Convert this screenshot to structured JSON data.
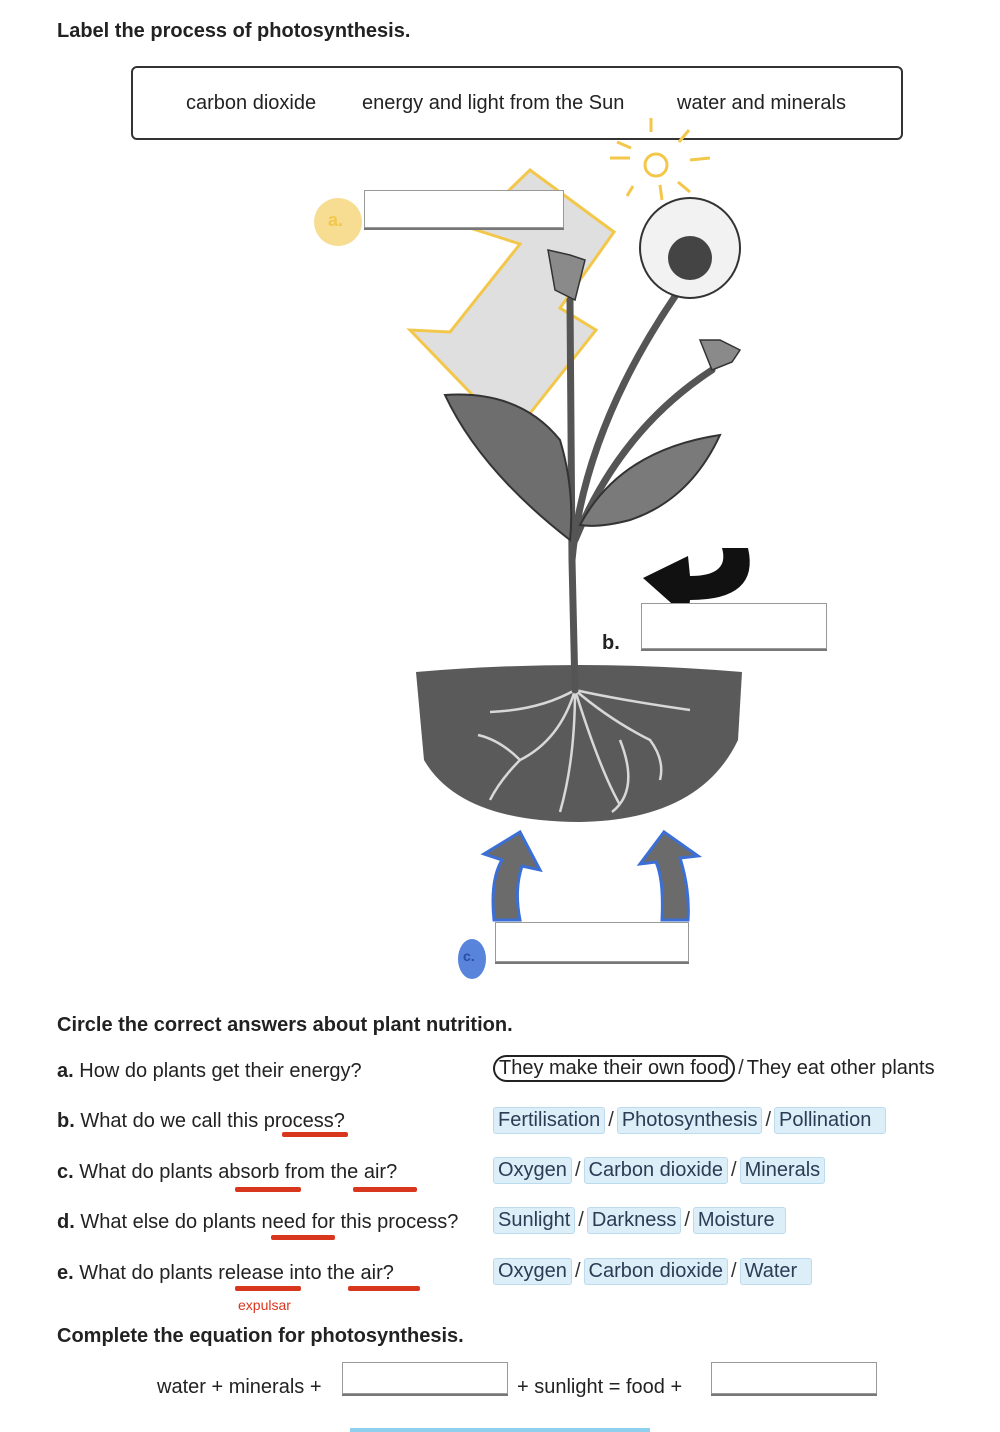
{
  "section1": {
    "title": "Label the process of photosynthesis.",
    "word_bank": [
      "carbon dioxide",
      "energy and light from the Sun",
      "water and minerals"
    ],
    "labels": {
      "a": "a.",
      "b": "b.",
      "c": "c."
    }
  },
  "section2": {
    "title": "Circle the correct answers about plant nutrition.",
    "questions": [
      {
        "letter": "a.",
        "text": "How do plants get their energy?",
        "options": [
          "They make their own food",
          "They eat other plants"
        ],
        "circled": "They make their own food"
      },
      {
        "letter": "b.",
        "text": "What do we call this process?",
        "options": [
          "Fertilisation",
          "Photosynthesis",
          "Pollination"
        ]
      },
      {
        "letter": "c.",
        "text": "What do plants absorb from the air?",
        "options": [
          "Oxygen",
          "Carbon dioxide",
          "Minerals"
        ]
      },
      {
        "letter": "d.",
        "text": "What else do plants need for this process?",
        "options": [
          "Sunlight",
          "Darkness",
          "Moisture"
        ]
      },
      {
        "letter": "e.",
        "text": "What do plants release into the air?",
        "options": [
          "Oxygen",
          "Carbon dioxide",
          "Water"
        ]
      }
    ],
    "note": "expulsar",
    "separator": "/"
  },
  "section3": {
    "title": "Complete the equation for photosynthesis.",
    "part1": "water + minerals +",
    "part2": "+ sunlight = food +"
  },
  "colors": {
    "sun": "#f2c74a",
    "highlight_blue": "#dceef8",
    "underline_red": "#d9361e",
    "arrow_blue": "#3b6fd6"
  },
  "icons": [
    "sun-icon",
    "plant-illustration",
    "down-arrow-icon",
    "curved-arrow-icon",
    "up-arrow-icon"
  ]
}
